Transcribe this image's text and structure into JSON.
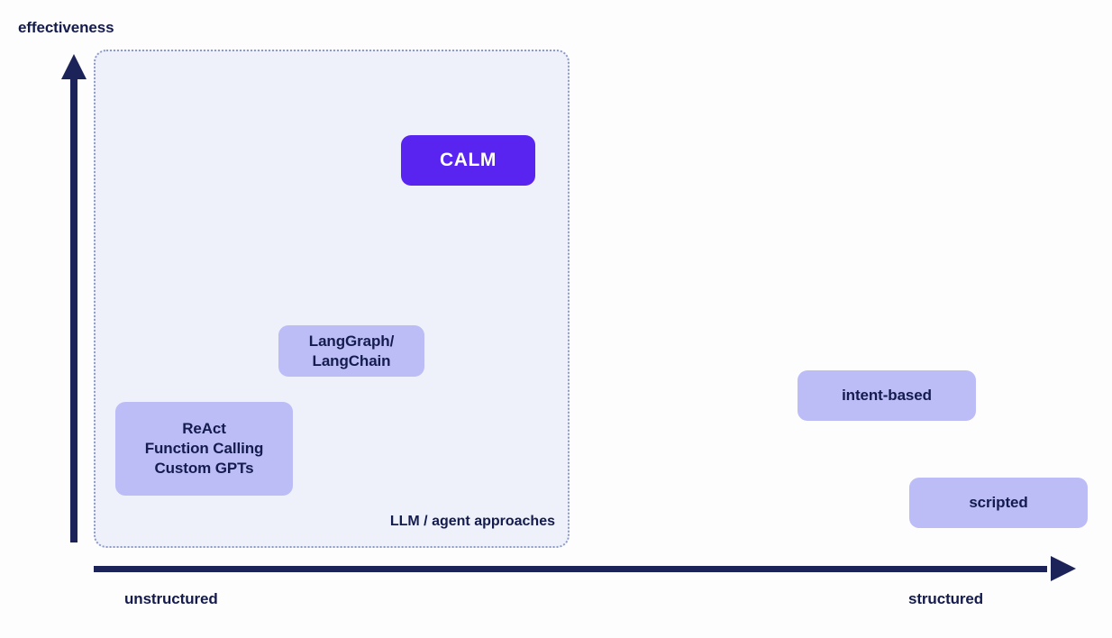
{
  "chart_data": {
    "type": "scatter",
    "title": "",
    "xlabel": "",
    "ylabel": "effectiveness",
    "x_axis": {
      "left_label": "unstructured",
      "right_label": "structured",
      "arrow": "right"
    },
    "y_axis": {
      "label": "effectiveness",
      "arrow": "up"
    },
    "grid": false,
    "legend": "none",
    "regions": [
      {
        "name": "llm-agent-approaches",
        "label": "LLM / agent approaches",
        "fill": "#eef1fa",
        "border": "dotted",
        "border_color": "#8d9ac4"
      }
    ],
    "points": [
      {
        "label": "CALM",
        "lines": [
          "CALM"
        ],
        "structure": "medium",
        "effectiveness": "high",
        "highlight": true,
        "fill": "#5a24f0",
        "text_color": "#ffffff",
        "in_region": "llm-agent-approaches"
      },
      {
        "label": "LangGraph/LangChain",
        "lines": [
          "LangGraph/",
          "LangChain"
        ],
        "structure": "low-medium",
        "effectiveness": "medium",
        "highlight": false,
        "fill": "#bcbdf7",
        "text_color": "#141b4d",
        "in_region": "llm-agent-approaches"
      },
      {
        "label": "ReAct / Function Calling / Custom GPTs",
        "lines": [
          "ReAct",
          "Function Calling",
          "Custom GPTs"
        ],
        "structure": "low",
        "effectiveness": "low-medium",
        "highlight": false,
        "fill": "#bcbdf7",
        "text_color": "#141b4d",
        "in_region": "llm-agent-approaches"
      },
      {
        "label": "intent-based",
        "lines": [
          "intent-based"
        ],
        "structure": "high",
        "effectiveness": "low-medium",
        "highlight": false,
        "fill": "#bcbdf7",
        "text_color": "#141b4d",
        "in_region": null
      },
      {
        "label": "scripted",
        "lines": [
          "scripted"
        ],
        "structure": "very-high",
        "effectiveness": "low",
        "highlight": false,
        "fill": "#bcbdf7",
        "text_color": "#141b4d",
        "in_region": null
      }
    ]
  },
  "axes": {
    "y_title": "effectiveness",
    "x_left": "unstructured",
    "x_right": "structured"
  },
  "region": {
    "label": "LLM / agent approaches"
  },
  "nodes": {
    "calm": {
      "label": "CALM"
    },
    "langgraph": {
      "line1": "LangGraph/",
      "line2": "LangChain"
    },
    "react": {
      "line1": "ReAct",
      "line2": "Function Calling",
      "line3": "Custom GPTs"
    },
    "intent": {
      "label": "intent-based"
    },
    "scripted": {
      "label": "scripted"
    }
  },
  "colors": {
    "accent": "#5a24f0",
    "node_fill": "#bcbdf7",
    "region_fill": "#eef1fa",
    "axis": "#1b2358",
    "text": "#141b4d"
  }
}
